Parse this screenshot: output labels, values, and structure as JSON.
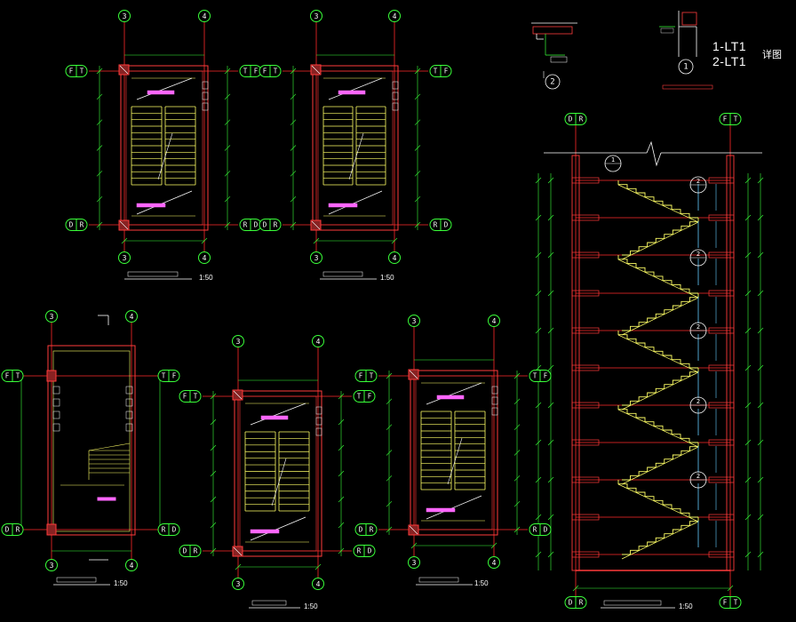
{
  "drawing": {
    "detail_refs": [
      "1-LT1",
      "2-LT1"
    ],
    "detail_label": "详图",
    "grid_axes": [
      "3",
      "4",
      "D",
      "F"
    ],
    "grid_pairs": {
      "top": "F-T",
      "bottom": "D-R"
    },
    "section_grid": [
      "D",
      "R",
      "F",
      "T"
    ],
    "detail_markers": [
      "1",
      "2"
    ],
    "scale": "1:50",
    "section_title": "A-A 剖面图"
  },
  "colors": {
    "background": "#000000",
    "axis_line": "#ff2a2a",
    "grid_bubble": "#39ff39",
    "wall": "#ff3b3b",
    "stair": "#ffff66",
    "dimension": "#39ff39",
    "annotation": "#ffffff",
    "rail": "#66ccff"
  }
}
